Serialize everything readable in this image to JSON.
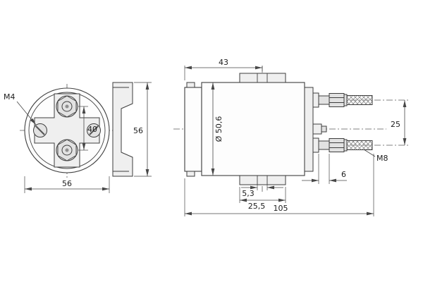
{
  "drawing": {
    "type": "technical-dimension-drawing",
    "subject": "solenoid switch / power relay, front view and side view",
    "background_color": "#ffffff",
    "line_color": "#3e3e3e",
    "dimension_line_color": "#474747",
    "text_color": "#1c1c1c",
    "metal_fill_color": "#e2e2e2"
  },
  "front_view": {
    "labels": {
      "screw_thread": "M4",
      "stud_spacing": "40",
      "body_width": "56",
      "bracket_height": "56"
    }
  },
  "side_view": {
    "labels": {
      "cap_to_slot": "43",
      "body_diameter": "Ø 50,6",
      "terminal_spacing": "25",
      "terminal_thread": "M8",
      "nut_clearance": "6",
      "slot_width": "5,3",
      "foot_width": "25,5",
      "overall_length": "105"
    }
  }
}
